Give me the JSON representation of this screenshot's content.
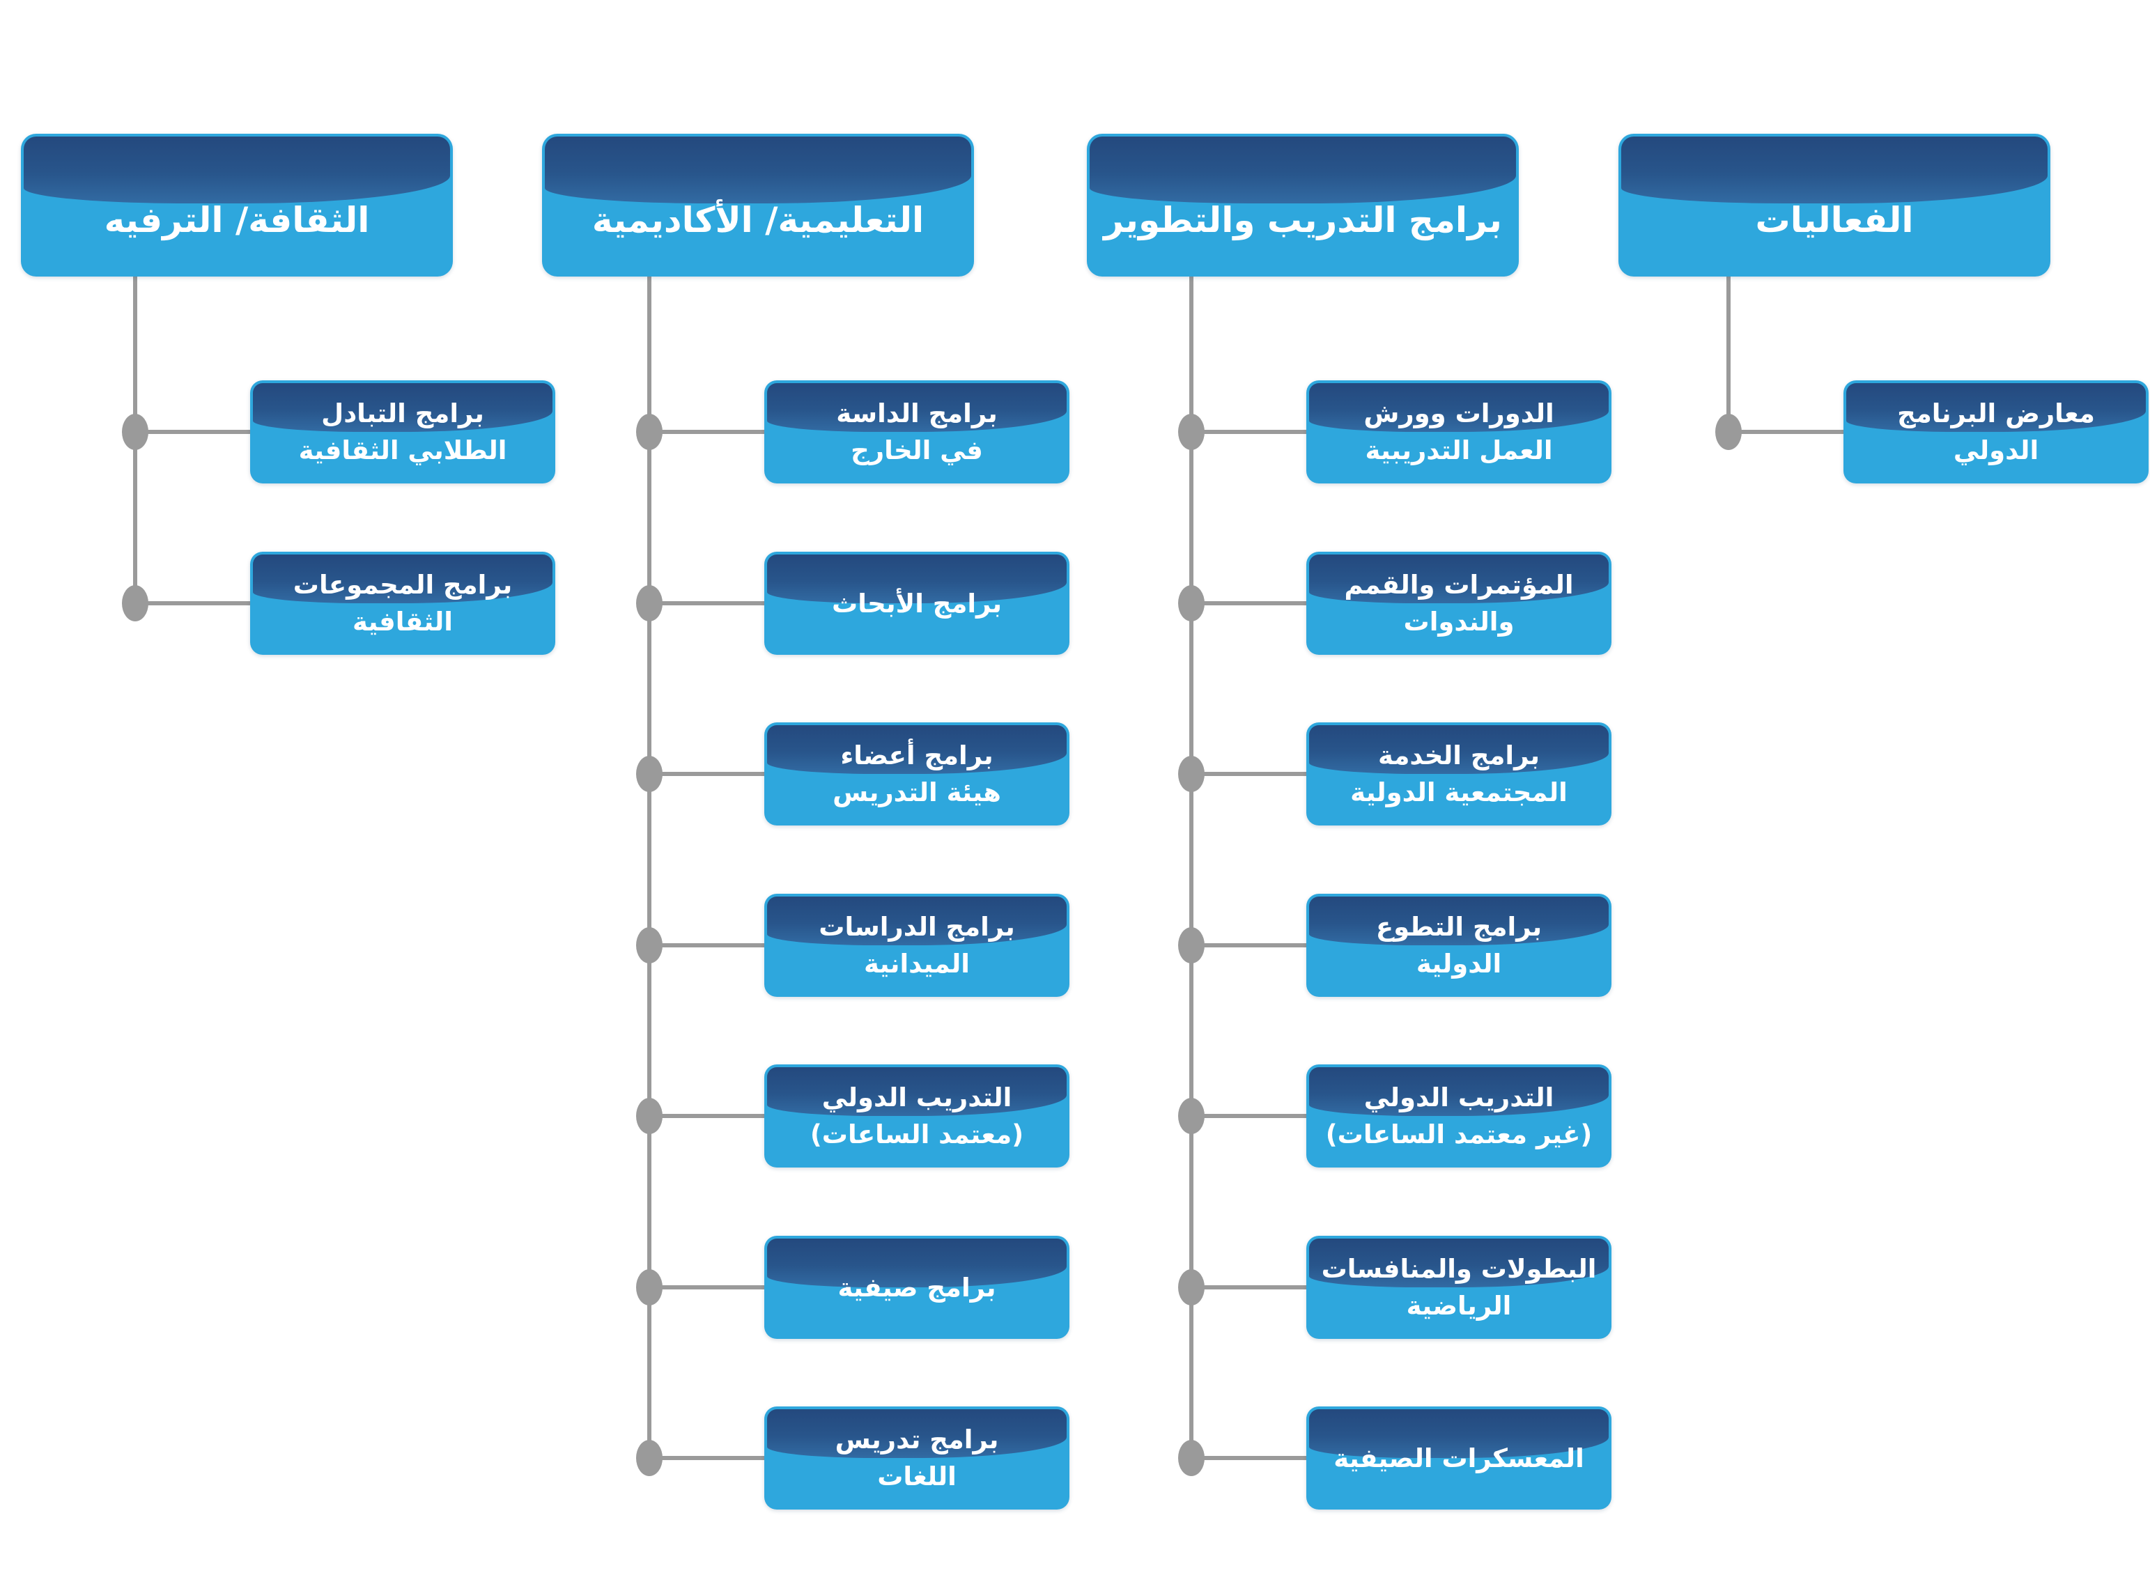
{
  "page": {
    "background": "#ffffff"
  },
  "colors": {
    "node_body_blue": "#2EA7DD",
    "node_cap_gradient_top": "#24497E",
    "node_cap_gradient_bottom": "#326BA3",
    "connector_gray": "#9A9A9A",
    "text_white": "#ffffff"
  },
  "columns": [
    {
      "id": "culture-entertainment",
      "header": "الثقافة/ الترفيه",
      "children": [
        {
          "lines": [
            "برامج التبادل",
            "الطلابي الثقافية"
          ]
        },
        {
          "lines": [
            "برامج المجموعات",
            "الثقافية"
          ]
        }
      ]
    },
    {
      "id": "educational-academic",
      "header": "التعليمية/ الأكاديمية",
      "children": [
        {
          "lines": [
            "برامج الداسة",
            "في الخارج"
          ]
        },
        {
          "lines": [
            "برامج الأبحاث"
          ]
        },
        {
          "lines": [
            "برامج أعضاء",
            "هيئة التدريس"
          ]
        },
        {
          "lines": [
            "برامج الدراسات",
            "الميدانية"
          ]
        },
        {
          "lines": [
            "التدريب الدولي",
            "(معتمد الساعات)"
          ]
        },
        {
          "lines": [
            "برامج صيفية"
          ]
        },
        {
          "lines": [
            "برامج تدريس",
            "اللغات"
          ]
        }
      ]
    },
    {
      "id": "training-development",
      "header": "برامج التدريب والتطوير",
      "children": [
        {
          "lines": [
            "الدورات وورش",
            "العمل التدريبية"
          ]
        },
        {
          "lines": [
            "المؤتمرات والقمم",
            "والندوات"
          ]
        },
        {
          "lines": [
            "برامج الخدمة",
            "المجتمعية الدولية"
          ]
        },
        {
          "lines": [
            "برامج التطوع",
            "الدولية"
          ]
        },
        {
          "lines": [
            "التدريب الدولي",
            "(غير معتمد الساعات)"
          ]
        },
        {
          "lines": [
            "البطولات والمنافسات",
            "الرياضية"
          ]
        },
        {
          "lines": [
            "المعسكرات الصيفية"
          ]
        }
      ]
    },
    {
      "id": "events",
      "header": "الفعاليات",
      "children": [
        {
          "lines": [
            "معارض البرنامج",
            "الدولي"
          ]
        }
      ]
    }
  ]
}
